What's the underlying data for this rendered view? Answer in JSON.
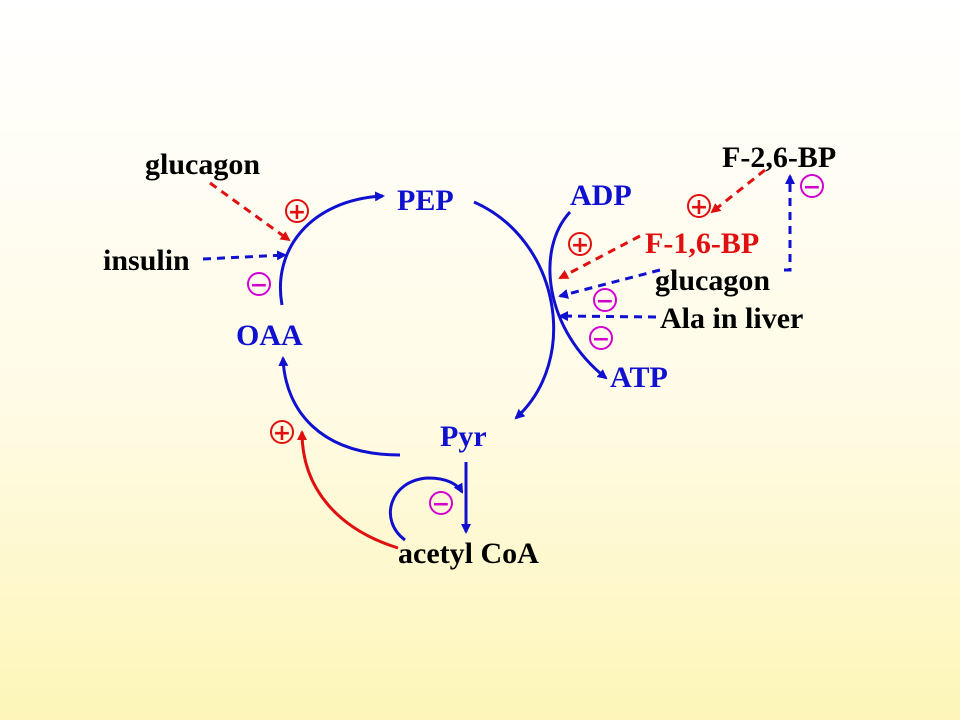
{
  "colors": {
    "blue": "#1010d0",
    "red": "#e01010",
    "black": "#000000",
    "magenta": "#d000d0"
  },
  "labels": {
    "glucagon_top": "glucagon",
    "insulin": "insulin",
    "pep": "PEP",
    "oaa": "OAA",
    "pyr": "Pyr",
    "acetyl_coa": "acetyl CoA",
    "adp": "ADP",
    "atp": "ATP",
    "f26bp": "F-2,6-BP",
    "f16bp": "F-1,6-BP",
    "glucagon_right": "glucagon",
    "ala_liver": "Ala in liver"
  },
  "symbols": {
    "plus": "+",
    "minus": "−"
  }
}
